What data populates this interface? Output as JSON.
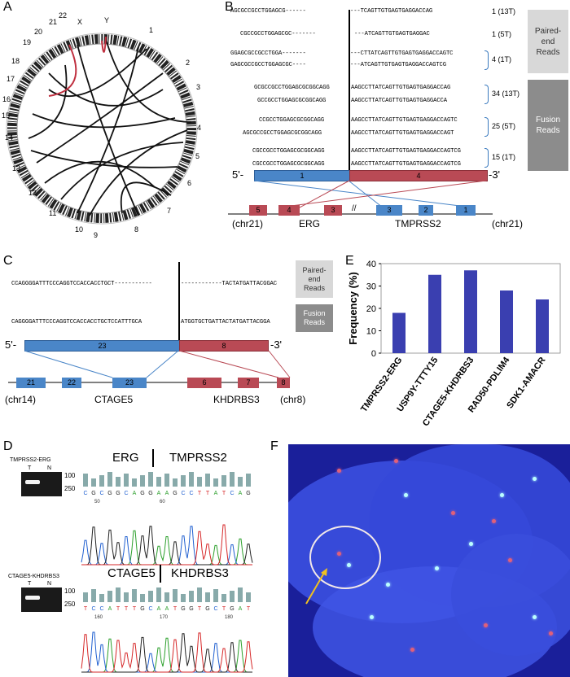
{
  "panels": {
    "A": {
      "label": "A"
    },
    "B": {
      "label": "B",
      "paired_label": "Paired-\nend\nReads",
      "fusion_label": "Fusion\nReads",
      "paired_reads": [
        {
          "left": "AGCGCCGCCTGGAGCG------",
          "right": "---TCAGTTGTGAGTGAGGACCAG",
          "count": "1 (13T)"
        },
        {
          "left": "CGCCGCCTGGAGCGC-------",
          "right": "---ATCAGTTGTGAGTGAGGAC",
          "count": "1 (5T)"
        },
        {
          "left": "GGAGCGCCGCCTGGA-------",
          "right": "---CTTATCAGTTGTGAGTGAGGACCAGTC",
          "count": ""
        },
        {
          "left": "GAGCGCCGCCTGGAGCGC----",
          "right": "---ATCAGTTGTGAGTGAGGACCAGTCG",
          "count": "4 (1T)"
        }
      ],
      "fusion_reads": [
        {
          "left": "GCGCCGCCTGGAGCGCGGCAGG",
          "right": "AAGCCTTATCAGTTGTGAGTGAGGACCAG"
        },
        {
          "left": "GCCGCCTGGAGCGCGGCAGG",
          "right": "AAGCCTTATCAGTTGTGAGTGAGGACCA",
          "count": "34 (13T)"
        },
        {
          "left": "CCGCCTGGAGCGCGGCAGG",
          "right": "AAGCCTTATCAGTTGTGAGTGAGGACCAGTC"
        },
        {
          "left": "AGCGCCGCCTGGAGCGCGGCAGG",
          "right": "AAGCCTTATCAGTTGTGAGTGAGGACCAGT",
          "count": "25 (5T)"
        },
        {
          "left": "CGCCGCCTGGAGCGCGGCAGG",
          "right": "AAGCCTTATCAGTTGTGAGTGAGGACCAGTCG"
        },
        {
          "left": "CGCCGCCTGGAGCGCGGCAGG",
          "right": "AAGCCTTATCAGTTGTGAGTGAGGACCAGTCG",
          "count": "15 (1T)"
        }
      ],
      "exon_left": "1",
      "exon_right": "4",
      "five_prime": "5'-",
      "three_prime": "-3'",
      "genes": {
        "left_chr": "(chr21)",
        "erg": "ERG",
        "tmprss2": "TMPRSS2",
        "right_chr": "(chr21)"
      },
      "erg_exons": [
        "5",
        "4",
        "3"
      ],
      "tmprss2_exons": [
        "3",
        "2",
        "1"
      ]
    },
    "C": {
      "label": "C",
      "paired_label": "Paired-\nend\nReads",
      "fusion_label": "Fusion\nReads",
      "paired_read": {
        "left": "CCAGGGGATTTCCCAGGTCCACCACCTGCT-----------",
        "right": "------------TACTATGATTACGGAC"
      },
      "fusion_read": {
        "left": "CAGGGGATTTCCCAGGTCCACCACCTGCTCCATTTGCA",
        "right": "ATGGTGCTGATTACTATGATTACGGA"
      },
      "exon_left": "23",
      "exon_right": "8",
      "five_prime": "5'-",
      "three_prime": "-3'",
      "genes": {
        "left_chr": "(chr14)",
        "ctage5": "CTAGE5",
        "khdrbs3": "KHDRBS3",
        "right_chr": "(chr8)"
      },
      "ctage5_exons": [
        "21",
        "22",
        "23"
      ],
      "khdrbs3_exons": [
        "6",
        "7",
        "8"
      ]
    },
    "D": {
      "label": "D",
      "gel1_title": "TMPRSS2-ERG",
      "gel2_title": "CTAGE5-KHDRBS3",
      "lane_t": "T",
      "lane_n": "N",
      "size_100": "100",
      "size_250": "250",
      "seq1_left": "ERG",
      "seq1_right": "TMPRSS2",
      "seq2_left": "CTAGE5",
      "seq2_right": "KHDRBS3",
      "seq1_bases": "CGCGGCAGGAAGCCTTATCAG",
      "seq1_ticks": [
        "50",
        "60"
      ],
      "seq2_bases": "TCCATTTGCAATGGTGCTGAT",
      "seq2_ticks": [
        "160",
        "170",
        "180"
      ]
    },
    "E": {
      "label": "E"
    },
    "F": {
      "label": "F"
    }
  },
  "chart_data": {
    "type": "bar",
    "categories": [
      "TMPRSS2-ERG",
      "USP9Y-TTTY15",
      "CTAGE5-KHDRBS3",
      "RAD50-PDLIM4",
      "SDK1-AMACR"
    ],
    "values": [
      18,
      35,
      37,
      28,
      24
    ],
    "ylabel": "Frequency (%)",
    "ylim": [
      0,
      40
    ],
    "yticks": [
      0,
      10,
      20,
      30,
      40
    ],
    "bar_color": "#3a3fb0"
  },
  "colors": {
    "blue_exon": "#4a86c8",
    "red_exon": "#b94a55",
    "box_gray": "#d8d8d8",
    "box_dark": "#8c8c8c"
  }
}
